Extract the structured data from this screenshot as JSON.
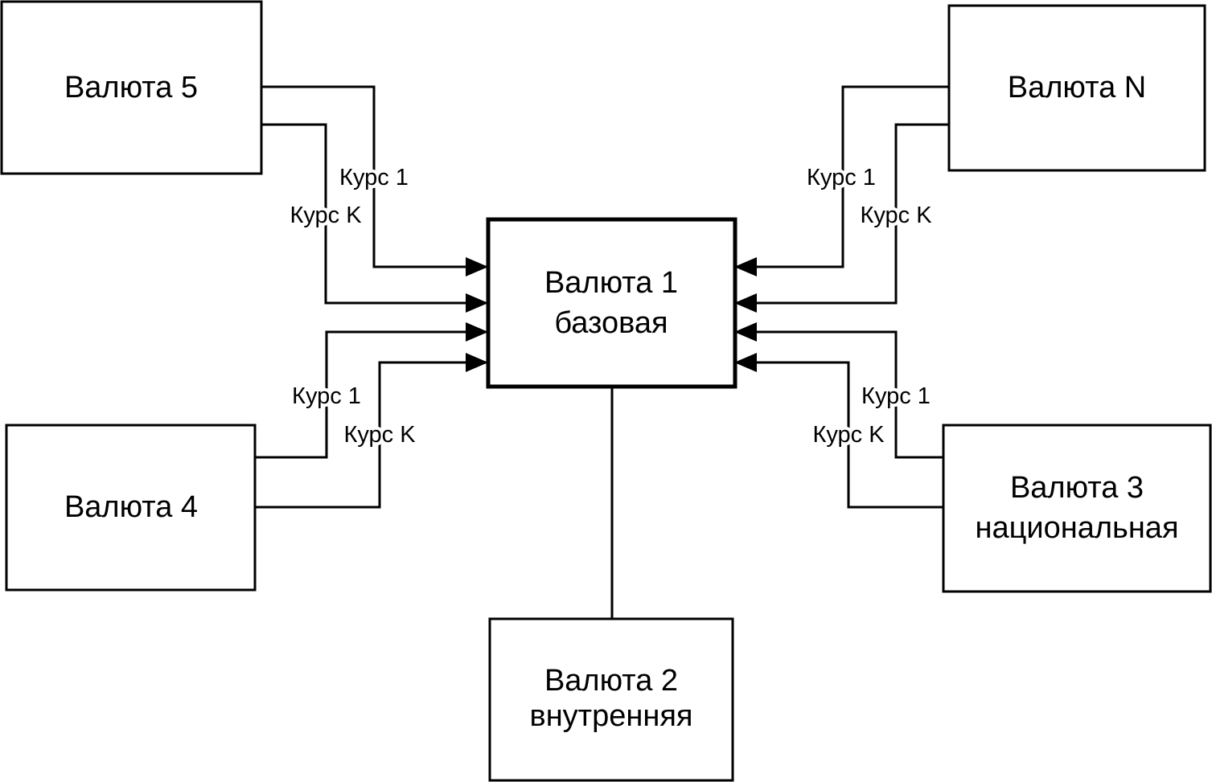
{
  "nodes": {
    "currency_1": {
      "line1": "Валюта 1",
      "line2": "базовая"
    },
    "currency_2": {
      "line1": "Валюта 2",
      "line2": "внутренняя"
    },
    "currency_3": {
      "line1": "Валюта 3",
      "line2": "национальная"
    },
    "currency_4": {
      "line1": "Валюта 4"
    },
    "currency_5": {
      "line1": "Валюта 5"
    },
    "currency_n": {
      "line1": "Валюта N"
    }
  },
  "rates": {
    "currency_5": {
      "rate_1": "Курс 1",
      "rate_k": "Курс K"
    },
    "currency_n": {
      "rate_1": "Курс 1",
      "rate_k": "Курс K"
    },
    "currency_4": {
      "rate_1": "Курс 1",
      "rate_k": "Курс K"
    },
    "currency_3": {
      "rate_1": "Курс 1",
      "rate_k": "Курс K"
    }
  },
  "colors": {
    "stroke": "#000000",
    "background": "#ffffff"
  }
}
